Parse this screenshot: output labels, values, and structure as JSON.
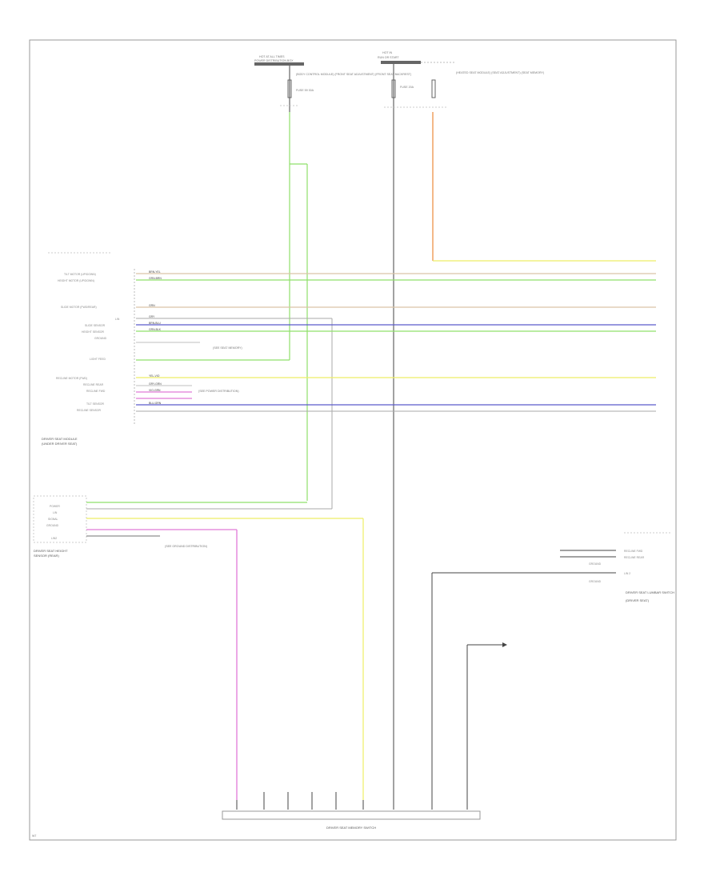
{
  "frame": {
    "corner_label": "W7"
  },
  "fuse_blocks": [
    {
      "title": "HOT AT ALL TIMES",
      "sub": "POWER DISTRIBUTION BOX",
      "fuse": "FUSE 59 30A",
      "note": "(BODY CONTROL MODULE) (FRONT SEAT ADJUSTMENT) (FRONT SEAT BACKREST)"
    },
    {
      "title": "HOT IN",
      "sub": "RUN OR START",
      "fuse": "FUSE 20A",
      "note": "(HEATED SEAT MODULE) (SEAT ADJUSTMENT) (SEAT MEMORY)"
    }
  ],
  "modules": {
    "seat_module": {
      "name": "DRIVER SEAT MODULE",
      "loc": "(UNDER DRIVER SEAT)"
    },
    "position_sensor": {
      "name": "DRIVER SEAT HEIGHT",
      "loc": "SENSOR (REAR)"
    },
    "seat_switch": {
      "name": "DRIVER SEAT MEMORY SWITCH"
    },
    "right_block": {
      "name": "DRIVER SEAT LUMBAR SWITCH",
      "loc": "(DRIVER SEAT)"
    }
  },
  "module_pins": [
    "TILT MOTOR (UP/DOWN)",
    "HEIGHT MOTOR (UP/DOWN)",
    "SLIDE MOTOR (FWD/REAR)",
    "LIN",
    "SLIDE SENSOR",
    "HEIGHT SENSOR",
    "GROUND",
    "LIGHT FEED",
    "RECLINE MOTOR (FWD)",
    "RECLINE REAR",
    "RECLINE FWD",
    "TILT SENSOR",
    "RECLINE SENSOR"
  ],
  "sensor_pins": [
    "POWER",
    "LIN",
    "SIGNAL",
    "GROUND",
    "LIN2"
  ],
  "wire_codes": [
    "BRN-YEL",
    "GRN-BRN",
    "GRN",
    "GRY",
    "BRN-BLU",
    "GRN-BLK",
    "YEL-VIO",
    "GRY-GRN",
    "VIO-GRN",
    "BLU-GRN"
  ],
  "notes": [
    "(SEE SEAT MEMORY)",
    "(SEE POWER DISTRIBUTION)",
    "(SEE GROUND DISTRIBUTION)"
  ],
  "right_pins": [
    "RECLINE FWD",
    "RECLINE REAR",
    "GROUND",
    "LIN 2",
    "GROUND"
  ],
  "colors": {
    "green": "#8fe06a",
    "brown": "#d9c4a8",
    "gray": "#aaaaaa",
    "blue": "#5a5acc",
    "yellow": "#eeee66",
    "violet": "#e07ad8",
    "orange": "#ee9a55",
    "black": "#444444"
  }
}
